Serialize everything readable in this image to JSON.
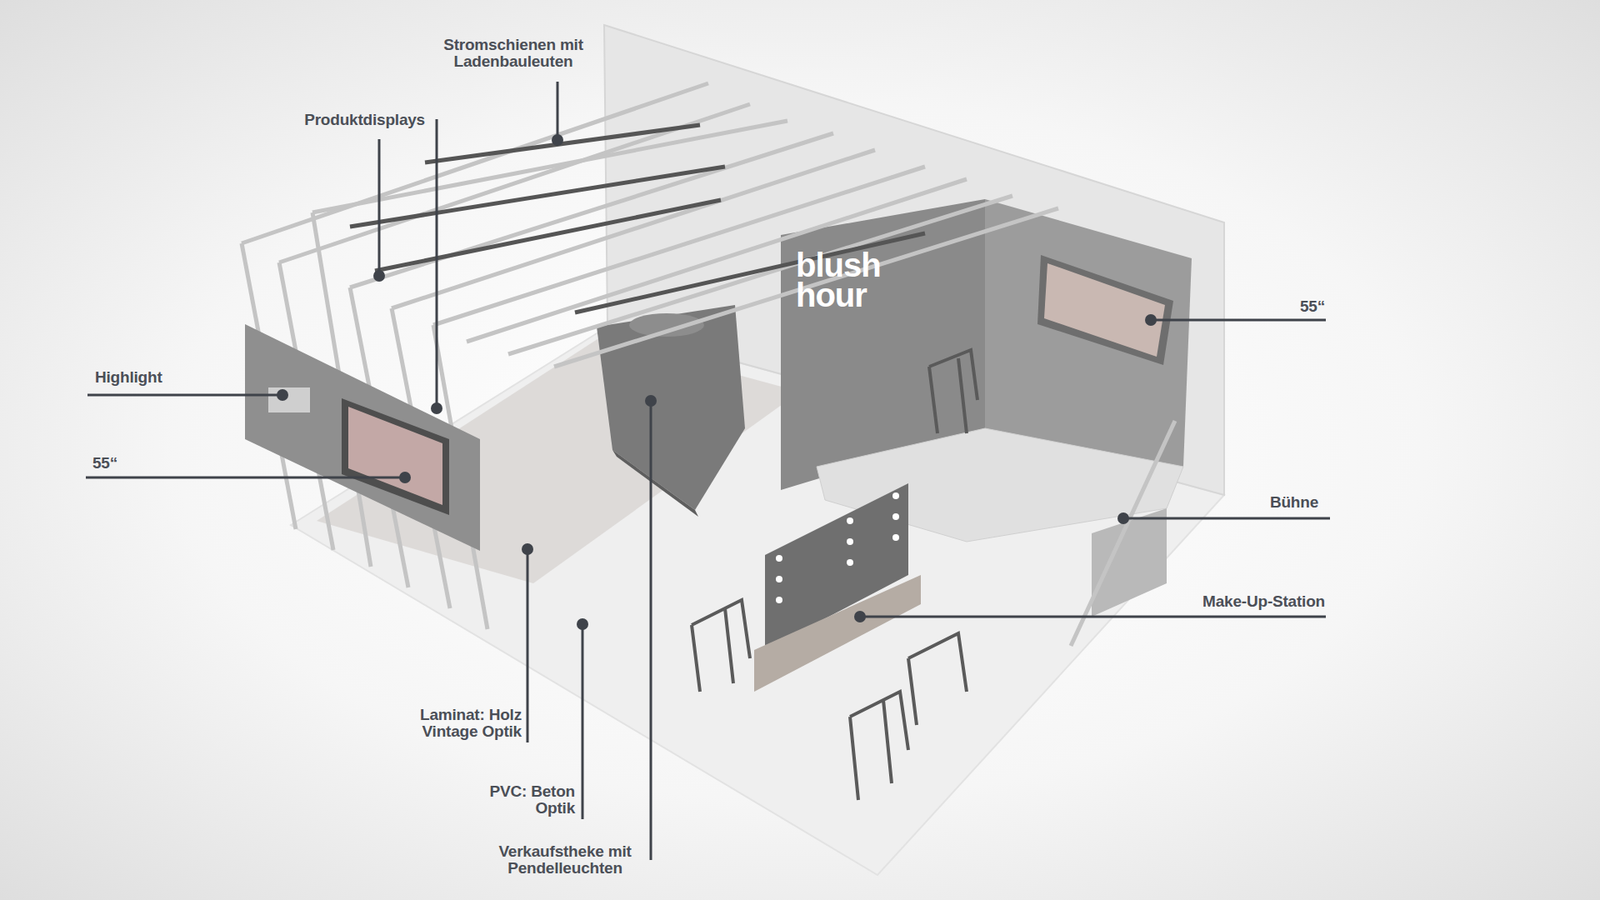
{
  "diagram": {
    "labels": [
      "Stromschienen mit Ladenbauleuten",
      "Produktdisplays",
      "Highlight",
      "55“",
      "55“",
      "Bühne",
      "Make-Up-Station",
      "Laminat: Holz Vintage Optik",
      "PVC: Beton Optik",
      "Verkaufstheke mit Pendelleuchten",
      "blush hour"
    ]
  }
}
